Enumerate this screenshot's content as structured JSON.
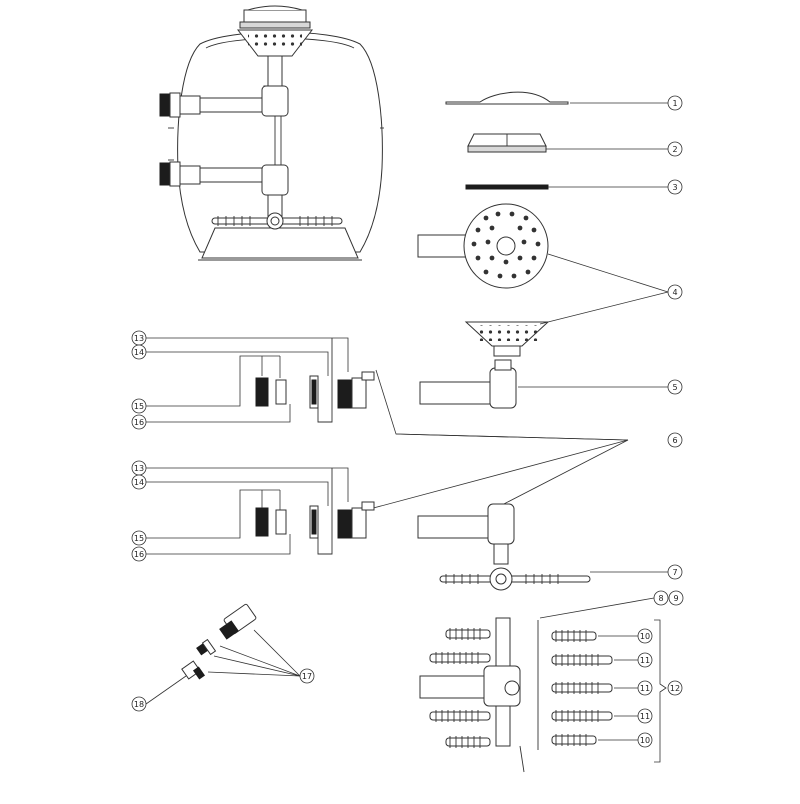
{
  "diagram": {
    "callouts": [
      {
        "id": "c1",
        "label": "1"
      },
      {
        "id": "c2",
        "label": "2"
      },
      {
        "id": "c3",
        "label": "3"
      },
      {
        "id": "c4",
        "label": "4"
      },
      {
        "id": "c5",
        "label": "5"
      },
      {
        "id": "c6",
        "label": "6"
      },
      {
        "id": "c7",
        "label": "7"
      },
      {
        "id": "c8",
        "label": "8"
      },
      {
        "id": "c9",
        "label": "9"
      },
      {
        "id": "c10a",
        "label": "10"
      },
      {
        "id": "c11a",
        "label": "11"
      },
      {
        "id": "c11b",
        "label": "11"
      },
      {
        "id": "c11c",
        "label": "11"
      },
      {
        "id": "c10b",
        "label": "10"
      },
      {
        "id": "c12",
        "label": "12"
      },
      {
        "id": "c13a",
        "label": "13"
      },
      {
        "id": "c14a",
        "label": "14"
      },
      {
        "id": "c15a",
        "label": "15"
      },
      {
        "id": "c16a",
        "label": "16"
      },
      {
        "id": "c13b",
        "label": "13"
      },
      {
        "id": "c14b",
        "label": "14"
      },
      {
        "id": "c15b",
        "label": "15"
      },
      {
        "id": "c16b",
        "label": "16"
      },
      {
        "id": "c17",
        "label": "17"
      },
      {
        "id": "c18",
        "label": "18"
      }
    ]
  }
}
